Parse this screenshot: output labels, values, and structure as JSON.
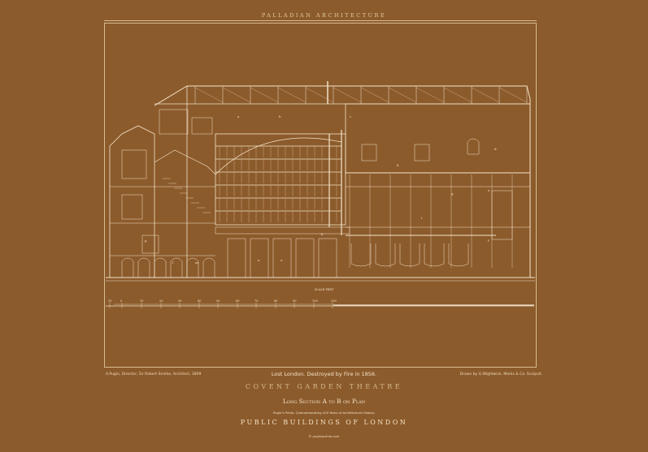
{
  "header": {
    "series": "PALLADIAN ARCHITECTURE"
  },
  "drawing": {
    "line_color": "#f3e3c8",
    "background": "#8c5b2c",
    "room_letters": [
      "a",
      "b",
      "c",
      "d",
      "e",
      "f",
      "g",
      "h",
      "i",
      "k",
      "l",
      "m",
      "n",
      "o",
      "p"
    ],
    "scale_title": "SCALE FEET",
    "scale_ticks": [
      "10",
      "0",
      "10",
      "20",
      "30",
      "40",
      "50",
      "60",
      "70",
      "80",
      "90",
      "100",
      "200"
    ]
  },
  "credits": {
    "left": "A.Pugin, Director; Sir Robert Smirke, Architect, 1809",
    "right": "Drawn by G.Wightwick. Marks & Co. Sculpsit."
  },
  "caption": {
    "lost": "Lost London. Destroyed by Fire in 1856.",
    "title": "COVENT GARDEN THEATRE",
    "subtitle": "Long Section A to B on Plan",
    "commemoration": "Pugin's Prints. Commemorating 200 Years of Architectural History.",
    "collection": "PUBLIC BUILDINGS OF LONDON",
    "copyright": "© puginsprints.com"
  }
}
